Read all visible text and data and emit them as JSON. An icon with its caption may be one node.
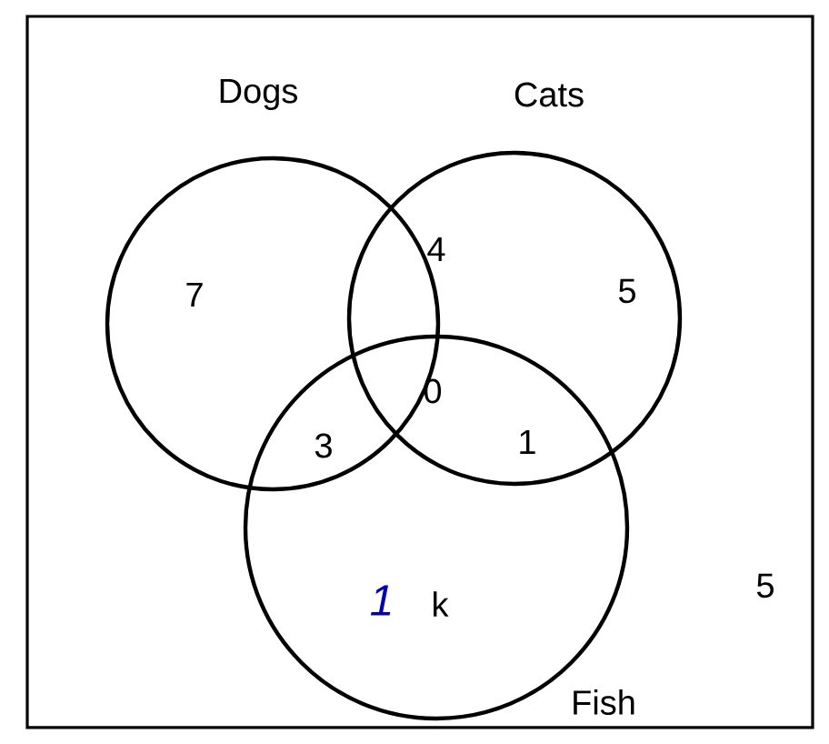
{
  "diagram": {
    "nodes": [
      {
        "text": [
          "Dogs"
        ]
      },
      {
        "text": [
          "Cats"
        ]
      },
      {
        "text": [
          "Fish"
        ]
      }
    ],
    "edges": [],
    "labels": [
      "4",
      "7",
      "5",
      "0",
      "3",
      "1",
      "1",
      "k",
      "5"
    ]
  }
}
